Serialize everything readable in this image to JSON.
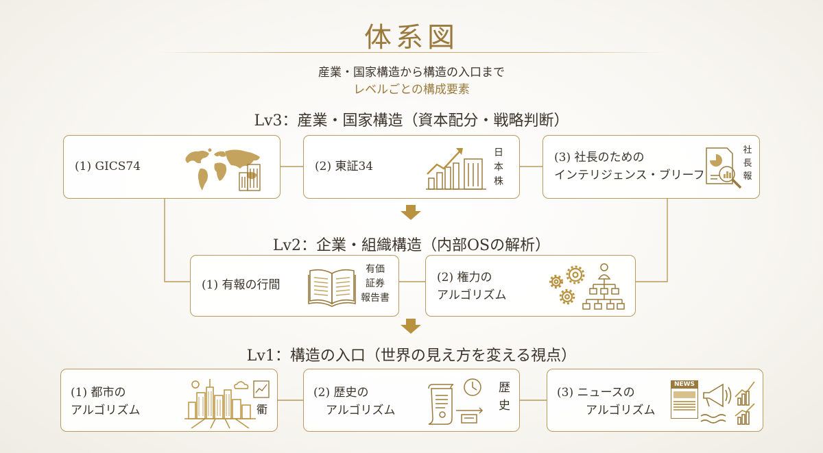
{
  "title": "体系図",
  "subtitle_1": "産業・国家構造から構造の入口まで",
  "subtitle_2": "レベルごとの構成要素",
  "colors": {
    "gold": "#b89a5a",
    "gold_dark": "#9a7a3c",
    "text": "#3c342a"
  },
  "lv3": {
    "heading": "Lv3：産業・国家構造（資本配分・戦略判断）",
    "cards": [
      {
        "label": "(1) GICS74",
        "icon": "world-map-buildings-icon"
      },
      {
        "label": "(2) 東証34",
        "icon": "growth-chart-buildings-icon",
        "side": [
          "日",
          "本",
          "株"
        ]
      },
      {
        "label_1": "(3) 社長のための",
        "label_2": "インテリジェンス・ブリーフ",
        "icon": "report-magnifier-icon",
        "side": [
          "社",
          "長",
          "報"
        ]
      }
    ]
  },
  "lv2": {
    "heading": "Lv2：企業・組織構造（内部OSの解析）",
    "cards": [
      {
        "label": "(1) 有報の行間",
        "icon": "open-book-icon",
        "side": [
          "有価",
          "証券",
          "報告書"
        ]
      },
      {
        "label_1": "(2) 権力の",
        "label_2": "アルゴリズム",
        "icon": "gears-org-chart-icon"
      }
    ]
  },
  "lv1": {
    "heading": "Lv1：構造の入口（世界の見え方を変える視点）",
    "cards": [
      {
        "label_1": "(1) 都市の",
        "label_2": "アルゴリズム",
        "icon": "city-skyline-icon",
        "side": "衢"
      },
      {
        "label_1": "(2) 歴史の",
        "label_2": "アルゴリズム",
        "icon": "scroll-clock-icon",
        "side": [
          "歴",
          "史"
        ]
      },
      {
        "label_1": "(3) ニュースの",
        "label_2": "アルゴリズム",
        "icon": "newspaper-megaphone-icon",
        "newspaper_text": "NEWS"
      }
    ]
  }
}
